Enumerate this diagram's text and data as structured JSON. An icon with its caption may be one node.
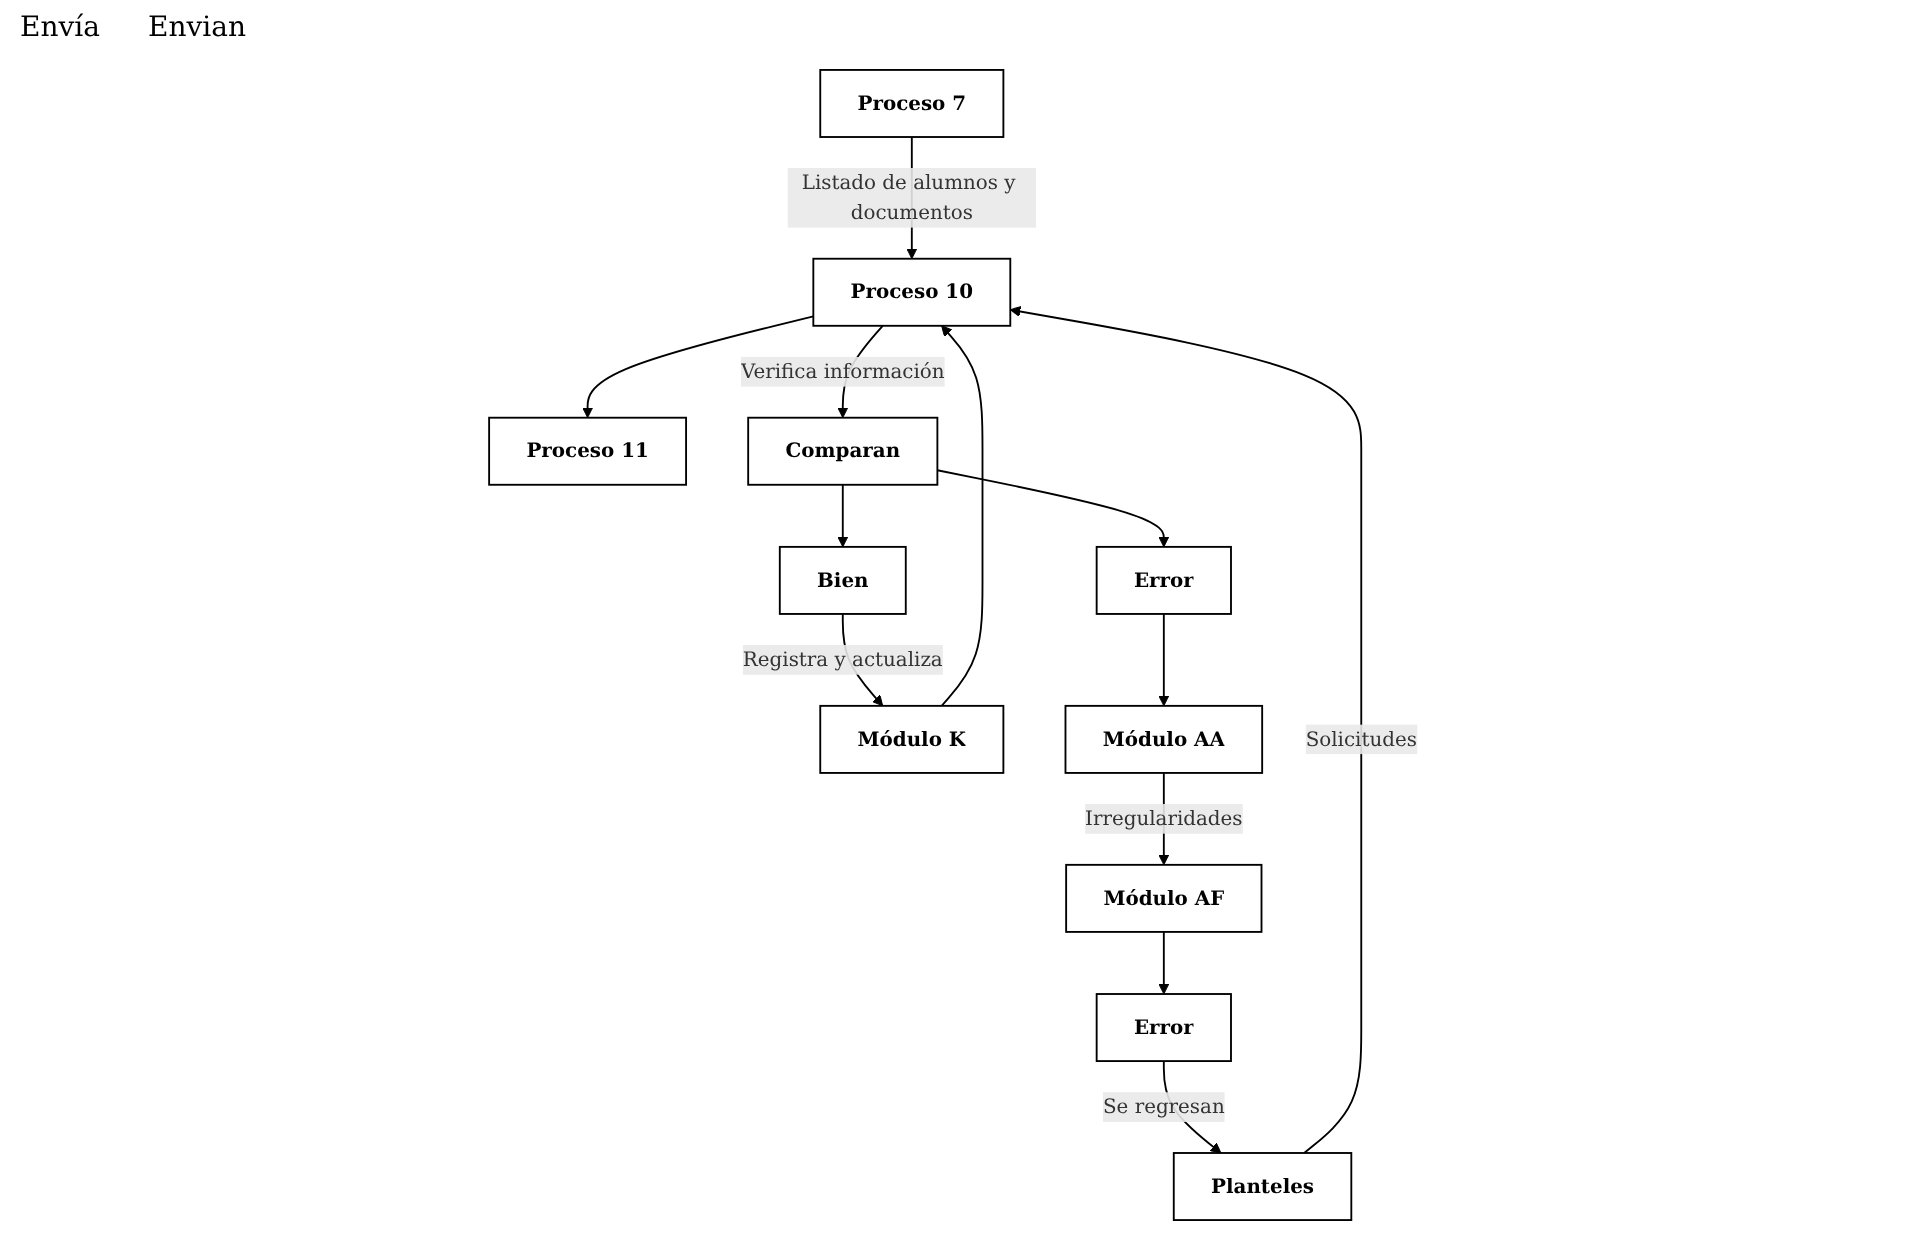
{
  "diagram": {
    "nodes": [
      {
        "text": [
          "Proceso 7"
        ]
      },
      {
        "text": [
          "Planteles"
        ]
      },
      {
        "text": [
          "Proceso 11"
        ]
      },
      {
        "text": [
          "Proceso 10"
        ]
      },
      {
        "text": [
          "Error"
        ]
      },
      {
        "text": [
          "Módulo K"
        ]
      },
      {
        "text": [
          "Bien"
        ]
      },
      {
        "text": [
          "Comparan"
        ]
      },
      {
        "text": [
          "Error"
        ]
      },
      {
        "text": [
          "Módulo AA"
        ]
      },
      {
        "text": [
          "Módulo AF"
        ]
      }
    ],
    "edges": [
      {
        "from": 0,
        "to": 3,
        "arrow": "to",
        "label": "Listado de alumnos y documentos"
      },
      {
        "from": 1,
        "to": 3,
        "arrow": "to",
        "label": "Solicitudes"
      },
      {
        "from": 3,
        "to": 2,
        "arrow": "to"
      },
      {
        "from": 4,
        "to": 1,
        "arrow": "to",
        "label": "Se regresan"
      },
      {
        "from": 5,
        "to": 3,
        "arrow": "to"
      },
      {
        "from": 3,
        "to": 7,
        "arrow": "to",
        "label": "Verifica información"
      },
      {
        "from": 6,
        "to": 5,
        "arrow": "to",
        "label": "Registra y actualiza"
      },
      {
        "from": 7,
        "to": 6,
        "arrow": "to"
      },
      {
        "from": 7,
        "to": 8,
        "arrow": "to"
      },
      {
        "from": 8,
        "to": 9,
        "arrow": "to"
      },
      {
        "from": 9,
        "to": 10,
        "arrow": "to",
        "label": "Irregularidades"
      },
      {
        "from": 10,
        "to": 4,
        "arrow": "to"
      }
    ],
    "labels": [
      "Envía",
      "Envian"
    ]
  }
}
